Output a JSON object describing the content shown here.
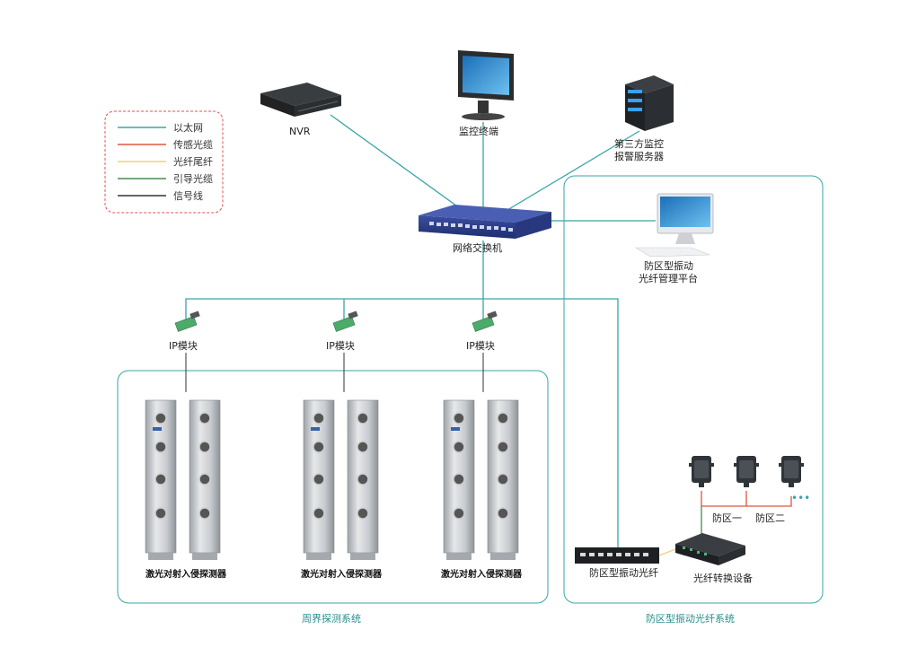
{
  "legend": {
    "items": [
      {
        "label": "以太网",
        "color": "#3aa5a5"
      },
      {
        "label": "传感光缆",
        "color": "#d9593d"
      },
      {
        "label": "光纤尾纤",
        "color": "#f2d17a"
      },
      {
        "label": "引导光缆",
        "color": "#4c8a4c"
      },
      {
        "label": "信号线",
        "color": "#333333"
      }
    ]
  },
  "nodes": {
    "nvr": "NVR",
    "monitor_terminal": "监控终端",
    "third_party_line1": "第三方监控",
    "third_party_line2": "报警服务器",
    "switch": "网络交换机",
    "platform_line1": "防区型振动",
    "platform_line2": "光纤管理平台",
    "ip_module": "IP模块",
    "laser_detector": "激光对射入侵探测器",
    "zone_fiber": "防区型振动光纤",
    "fiber_converter": "光纤转换设备",
    "zone_1": "防区一",
    "zone_2": "防区二",
    "more": "•••"
  },
  "systems": {
    "perimeter": "周界探测系统",
    "zone_fiber": "防区型振动光纤系统"
  },
  "colors": {
    "ethernet": "#3aa5a5",
    "sensing_cable": "#d9593d",
    "box_border": "#3aa5a5",
    "legend_border": "#e05050"
  }
}
